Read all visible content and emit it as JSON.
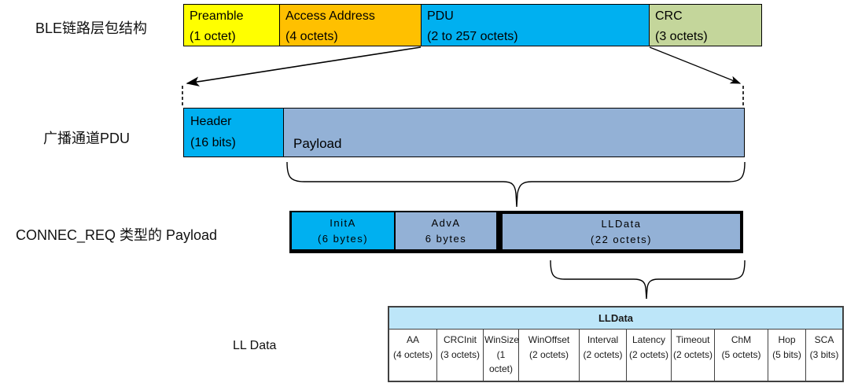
{
  "colors": {
    "yellow": "#FFFF00",
    "orange": "#FFC000",
    "cyan": "#00B0F0",
    "green": "#C4D69B",
    "payload_blue": "#93B1D6",
    "table_header_blue": "#BDE6F9",
    "line_black": "#000000"
  },
  "row1": {
    "label": "BLE链路层包结构",
    "boxes": [
      {
        "title": "Preamble",
        "size": "(1 octet)"
      },
      {
        "title": "Access Address",
        "size": "(4 octets)"
      },
      {
        "title": "PDU",
        "size": "(2 to 257 octets)"
      },
      {
        "title": "CRC",
        "size": "(3 octets)"
      }
    ]
  },
  "row2": {
    "label": "广播通道PDU",
    "header": {
      "title": "Header",
      "size": "(16 bits)"
    },
    "payload": {
      "title": "Payload"
    }
  },
  "row3": {
    "label": "CONNEC_REQ 类型的 Payload",
    "boxes": [
      {
        "title": "InitA",
        "size": "(6 bytes)"
      },
      {
        "title": "AdvA",
        "size": "6 bytes"
      },
      {
        "title": "LLData",
        "size": "(22 octets)"
      }
    ]
  },
  "row4": {
    "label": "LL Data",
    "table": {
      "header": "LLData",
      "columns": [
        {
          "name": "AA",
          "size": "(4 octets)"
        },
        {
          "name": "CRCInit",
          "size": "(3 octets)"
        },
        {
          "name": "WinSize",
          "size": "(1 octet)"
        },
        {
          "name": "WinOffset",
          "size": "(2 octets)"
        },
        {
          "name": "Interval",
          "size": "(2 octets)"
        },
        {
          "name": "Latency",
          "size": "(2 octets)"
        },
        {
          "name": "Timeout",
          "size": "(2 octets)"
        },
        {
          "name": "ChM",
          "size": "(5 octets)"
        },
        {
          "name": "Hop",
          "size": "(5 bits)"
        },
        {
          "name": "SCA",
          "size": "(3 bits)"
        }
      ]
    }
  }
}
